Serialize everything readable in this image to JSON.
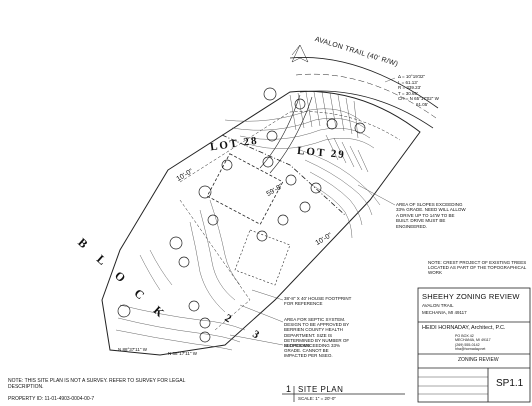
{
  "plan": {
    "road_label": "AVALON TRAIL (40' R/W)",
    "lot_28_label": "LOT 28",
    "lot_29_label": "LOT 29",
    "block_label": "B L O C K",
    "block_number": "2 3",
    "dim_top": "10'-0\"",
    "dim_right": "10'-0\"",
    "dim_mid": "59'-8\"",
    "curve_data": [
      "Δ = 10°19'32\"",
      "L = 61.13'",
      "R = 339.23'",
      "T = 30.65'",
      "CH = N 65°17'02\" W",
      "61.05'"
    ],
    "note_slopes_top": "AREA OF SLOPES EXCEEDING 33% GRADE. NEED WILL ALLOW A DRIVE UP TO 14'W TO BE BUILT. DRIVE MUST BE ENGINEERED.",
    "note_house": "38'-8\" X 40' HOUSE FOOTPRINT FOR REFERENCE",
    "note_septic": "AREA FOR SEPTIC SYSTEM. DESIGN TO BE APPROVED BY BERRIEN COUNTY HEALTH DEPARTMENT. SIZE IS DETERMINED BY NUMBER OF BEDROOMS.",
    "note_slopes_bottom": "SLOPES EXCEEDING 33% GRADE. CANNOT BE IMPACTED PER NSEO.",
    "note_survey": "NOTE: THIS SITE PLAN IS NOT A SURVEY. REFER TO SURVEY FOR LEGAL DESCRIPTION.",
    "property_id": "PROPERTY ID: 11-01-4903-0004-00-7",
    "note_right": "NOTE: CREST PROJECT OF EXISTING TREES LOCATED AS PART OF THE TOPOGRAPHICAL WORK",
    "bearing_1": "N 88°37'11\" W",
    "bearing_2": "N 88°17'11\" W"
  },
  "title_block": {
    "project": "SHEEHY ZONING REVIEW",
    "street": "AVALON TRAIL",
    "city": "MECHANIA, MI  49117",
    "architect": "HEIDI HORNADAY, Architect, P.C.",
    "arch_info": [
      "PO BOX 42",
      "MECHANIA, MI 49117",
      "(269) 555-0142",
      "hha@hornaday.net"
    ],
    "sheet_title": "ZONING REVIEW",
    "sheet_number": "SP1.1"
  },
  "drawing_title": {
    "number": "1",
    "name": "SITE PLAN",
    "scale": "SCALE: 1\" = 20'-0\""
  }
}
